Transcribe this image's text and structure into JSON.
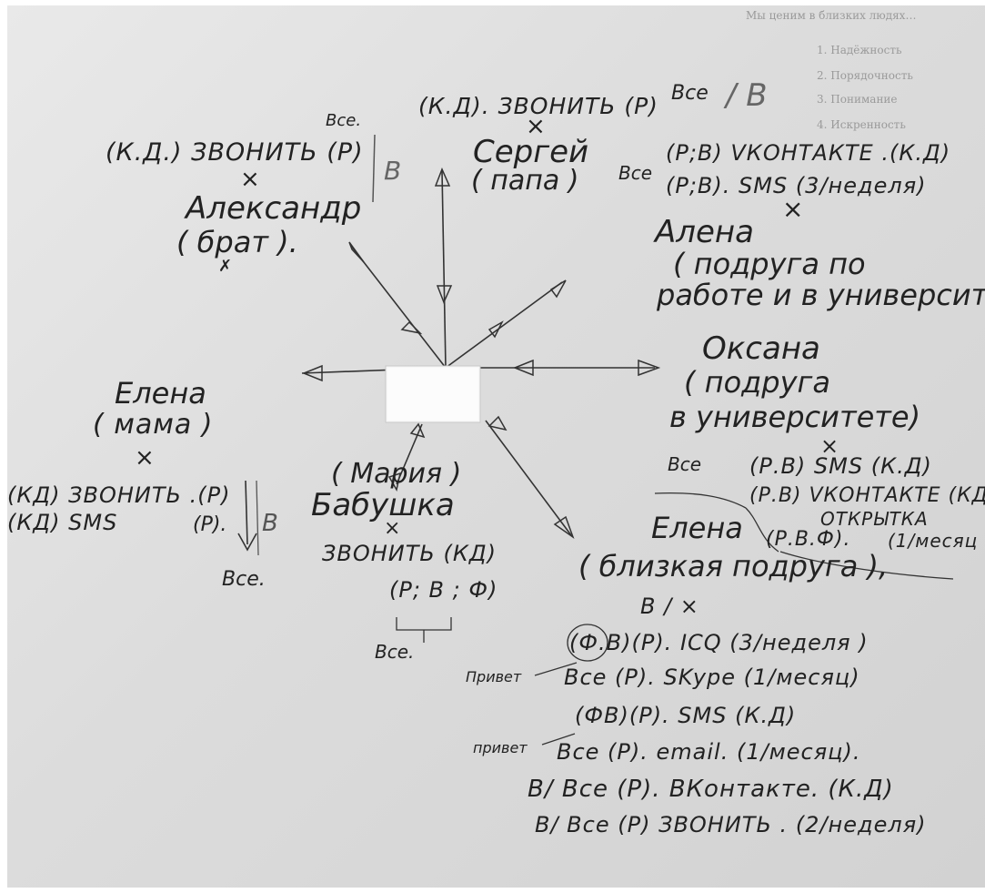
{
  "center_note": "",
  "background_text": [
    "Мы ценим в близких людях…",
    "1. Надёжность",
    "2. Порядочность",
    "3. Понимание",
    "4. Искренность"
  ],
  "contacts": {
    "sergey": {
      "top": "(К.Д). ЗВОНИТЬ (Р)",
      "vse": "Все",
      "b": "/ В",
      "x": "×",
      "name": "Сергей",
      "role": "( папа )"
    },
    "alexander": {
      "top": "(К.Д.) ЗВОНИТЬ (Р)",
      "vse": "Все.",
      "b": "В",
      "x": "×",
      "name": "Александр",
      "role": "( брат ).",
      "mark": "✗"
    },
    "alena": {
      "vse": "Все",
      "line1": "(Р;В) VКОНТАКТЕ .(К.Д)",
      "line2": "(Р;В). SMS (3/неделя)",
      "x": "×",
      "name": "Алена",
      "role1": "( подруга по",
      "role2": "работе и в университете"
    },
    "oksana": {
      "name": "Оксана",
      "role1": "( подруга",
      "role2": "в университете)",
      "x": "×"
    },
    "elena_mom": {
      "name": "Елена",
      "role": "( мама )",
      "x": "×",
      "line1": "(КД) ЗВОНИТЬ .(Р)",
      "line2": "(КД) SMS",
      "p": "(Р).",
      "b": "В",
      "vse": "Все."
    },
    "grandma": {
      "name1": "( Мария )",
      "name2": "Бабушка",
      "x": "×",
      "line1": "ЗВОНИТЬ (КД)",
      "line2": "(Р; В ; Ф)",
      "vse": "Все."
    },
    "elena_friend": {
      "vse": "Все",
      "line1": "(Р.В) SMS (К.Д)",
      "line2": "(Р.В) VКОНТАКТЕ (КД)",
      "line3": "ОТКРЫТКА",
      "line4": "(Р.В.Ф).",
      "freq": "(1/месяц",
      "name": "Елена",
      "role": "( близкая подруга ),",
      "bx": "В / ×",
      "privet1": "Привет",
      "privet2": "привет",
      "rows": [
        "(Ф.В)(Р). ICQ    (3/неделя )",
        "Все  (Р). SKype (1/месяц)",
        "(ФВ)(Р). SMS  (К.Д)",
        "Все  (Р). email. (1/месяц).",
        "В/ Все  (Р). ВКонтакте. (К.Д)",
        "В/ Все  (Р)  ЗВОНИТЬ . (2/неделя)"
      ]
    }
  }
}
